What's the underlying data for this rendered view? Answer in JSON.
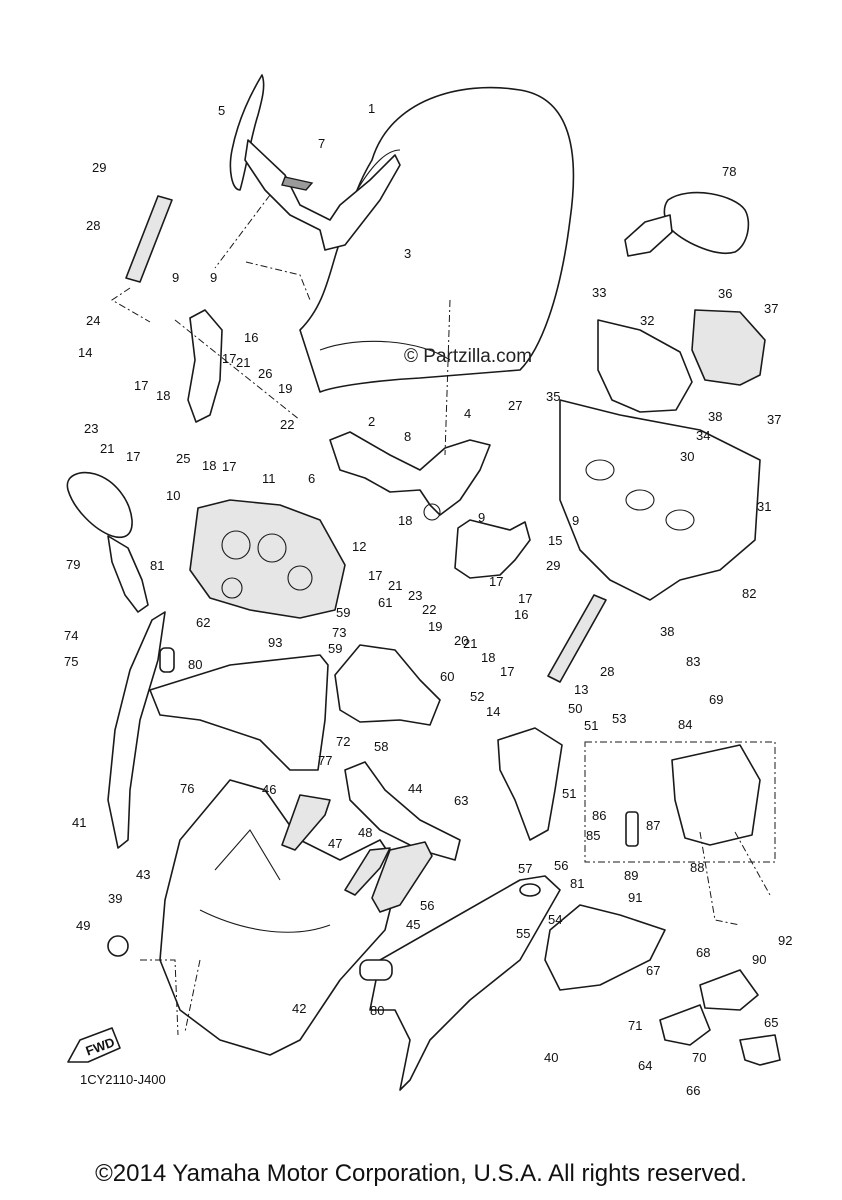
{
  "watermark": "© Partzilla.com",
  "diagram_code": "1CY2110-J400",
  "copyright": "©2014 Yamaha Motor Corporation, U.S.A. All rights reserved.",
  "fwd_label": "FWD",
  "callouts": [
    {
      "id": "c1",
      "label": "1"
    },
    {
      "id": "c2",
      "label": "2"
    },
    {
      "id": "c3",
      "label": "3"
    },
    {
      "id": "c4",
      "label": "4"
    },
    {
      "id": "c5",
      "label": "5"
    },
    {
      "id": "c6",
      "label": "6"
    },
    {
      "id": "c7",
      "label": "7"
    },
    {
      "id": "c8",
      "label": "8"
    },
    {
      "id": "c9a",
      "label": "9"
    },
    {
      "id": "c9b",
      "label": "9"
    },
    {
      "id": "c9c",
      "label": "9"
    },
    {
      "id": "c9d",
      "label": "9"
    },
    {
      "id": "c10",
      "label": "10"
    },
    {
      "id": "c11",
      "label": "11"
    },
    {
      "id": "c12",
      "label": "12"
    },
    {
      "id": "c13",
      "label": "13"
    },
    {
      "id": "c14a",
      "label": "14"
    },
    {
      "id": "c14b",
      "label": "14"
    },
    {
      "id": "c15",
      "label": "15"
    },
    {
      "id": "c16a",
      "label": "16"
    },
    {
      "id": "c16b",
      "label": "16"
    },
    {
      "id": "c17a",
      "label": "17"
    },
    {
      "id": "c17b",
      "label": "17"
    },
    {
      "id": "c17c",
      "label": "17"
    },
    {
      "id": "c17d",
      "label": "17"
    },
    {
      "id": "c17e",
      "label": "17"
    },
    {
      "id": "c17f",
      "label": "17"
    },
    {
      "id": "c17g",
      "label": "17"
    },
    {
      "id": "c17h",
      "label": "17"
    },
    {
      "id": "c18a",
      "label": "18"
    },
    {
      "id": "c18b",
      "label": "18"
    },
    {
      "id": "c18c",
      "label": "18"
    },
    {
      "id": "c18d",
      "label": "18"
    },
    {
      "id": "c19a",
      "label": "19"
    },
    {
      "id": "c19b",
      "label": "19"
    },
    {
      "id": "c20",
      "label": "20"
    },
    {
      "id": "c21a",
      "label": "21"
    },
    {
      "id": "c21b",
      "label": "21"
    },
    {
      "id": "c21c",
      "label": "21"
    },
    {
      "id": "c21d",
      "label": "21"
    },
    {
      "id": "c22a",
      "label": "22"
    },
    {
      "id": "c22b",
      "label": "22"
    },
    {
      "id": "c23a",
      "label": "23"
    },
    {
      "id": "c23b",
      "label": "23"
    },
    {
      "id": "c24",
      "label": "24"
    },
    {
      "id": "c25",
      "label": "25"
    },
    {
      "id": "c26",
      "label": "26"
    },
    {
      "id": "c27",
      "label": "27"
    },
    {
      "id": "c28a",
      "label": "28"
    },
    {
      "id": "c28b",
      "label": "28"
    },
    {
      "id": "c29a",
      "label": "29"
    },
    {
      "id": "c29b",
      "label": "29"
    },
    {
      "id": "c30",
      "label": "30"
    },
    {
      "id": "c31",
      "label": "31"
    },
    {
      "id": "c32",
      "label": "32"
    },
    {
      "id": "c33",
      "label": "33"
    },
    {
      "id": "c34",
      "label": "34"
    },
    {
      "id": "c35",
      "label": "35"
    },
    {
      "id": "c36",
      "label": "36"
    },
    {
      "id": "c37a",
      "label": "37"
    },
    {
      "id": "c37b",
      "label": "37"
    },
    {
      "id": "c38a",
      "label": "38"
    },
    {
      "id": "c38b",
      "label": "38"
    },
    {
      "id": "c39",
      "label": "39"
    },
    {
      "id": "c40",
      "label": "40"
    },
    {
      "id": "c41",
      "label": "41"
    },
    {
      "id": "c42",
      "label": "42"
    },
    {
      "id": "c43",
      "label": "43"
    },
    {
      "id": "c44",
      "label": "44"
    },
    {
      "id": "c45",
      "label": "45"
    },
    {
      "id": "c46",
      "label": "46"
    },
    {
      "id": "c47",
      "label": "47"
    },
    {
      "id": "c48",
      "label": "48"
    },
    {
      "id": "c49",
      "label": "49"
    },
    {
      "id": "c50",
      "label": "50"
    },
    {
      "id": "c51a",
      "label": "51"
    },
    {
      "id": "c51b",
      "label": "51"
    },
    {
      "id": "c52",
      "label": "52"
    },
    {
      "id": "c53",
      "label": "53"
    },
    {
      "id": "c54",
      "label": "54"
    },
    {
      "id": "c55",
      "label": "55"
    },
    {
      "id": "c56a",
      "label": "56"
    },
    {
      "id": "c56b",
      "label": "56"
    },
    {
      "id": "c57",
      "label": "57"
    },
    {
      "id": "c58",
      "label": "58"
    },
    {
      "id": "c59a",
      "label": "59"
    },
    {
      "id": "c59b",
      "label": "59"
    },
    {
      "id": "c60",
      "label": "60"
    },
    {
      "id": "c61",
      "label": "61"
    },
    {
      "id": "c62",
      "label": "62"
    },
    {
      "id": "c63",
      "label": "63"
    },
    {
      "id": "c64",
      "label": "64"
    },
    {
      "id": "c65",
      "label": "65"
    },
    {
      "id": "c66",
      "label": "66"
    },
    {
      "id": "c67",
      "label": "67"
    },
    {
      "id": "c68",
      "label": "68"
    },
    {
      "id": "c69",
      "label": "69"
    },
    {
      "id": "c70",
      "label": "70"
    },
    {
      "id": "c71",
      "label": "71"
    },
    {
      "id": "c72",
      "label": "72"
    },
    {
      "id": "c73",
      "label": "73"
    },
    {
      "id": "c74",
      "label": "74"
    },
    {
      "id": "c75",
      "label": "75"
    },
    {
      "id": "c76",
      "label": "76"
    },
    {
      "id": "c77",
      "label": "77"
    },
    {
      "id": "c78",
      "label": "78"
    },
    {
      "id": "c79",
      "label": "79"
    },
    {
      "id": "c80a",
      "label": "80"
    },
    {
      "id": "c80b",
      "label": "80"
    },
    {
      "id": "c81a",
      "label": "81"
    },
    {
      "id": "c81b",
      "label": "81"
    },
    {
      "id": "c82",
      "label": "82"
    },
    {
      "id": "c83",
      "label": "83"
    },
    {
      "id": "c84",
      "label": "84"
    },
    {
      "id": "c85",
      "label": "85"
    },
    {
      "id": "c86",
      "label": "86"
    },
    {
      "id": "c87",
      "label": "87"
    },
    {
      "id": "c88",
      "label": "88"
    },
    {
      "id": "c89",
      "label": "89"
    },
    {
      "id": "c90",
      "label": "90"
    },
    {
      "id": "c91",
      "label": "91"
    },
    {
      "id": "c92",
      "label": "92"
    },
    {
      "id": "c93",
      "label": "93"
    }
  ]
}
